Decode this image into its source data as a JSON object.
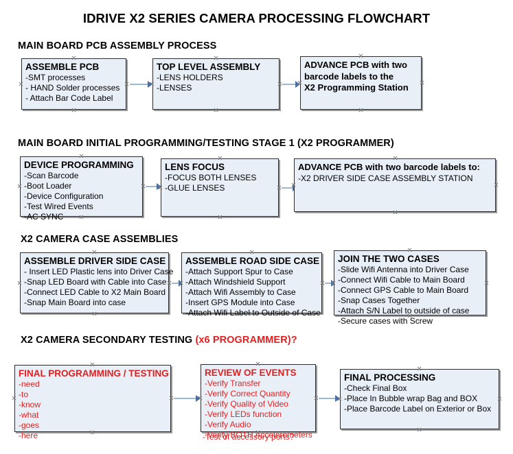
{
  "title": "IDRIVE X2  SERIES CAMERA PROCESSING FLOWCHART",
  "colors": {
    "box_fill": "#e9eff7",
    "box_border": "#2b2b2b",
    "box_shadow": "#9a9a9a",
    "arrow_line": "#9fb8d0",
    "arrow_head": "#4a6fa5",
    "red_text": "#e02020",
    "black_text": "#000000"
  },
  "sections": [
    {
      "id": "main-board-pcb-assembly",
      "title": "MAIN BOARD PCB ASSEMBLY PROCESS",
      "title_suffix": "",
      "boxes": [
        {
          "id": "assemble-pcb",
          "head": "ASSEMBLE PCB",
          "items": [
            "-SMT processes",
            "- HAND Solder processes",
            "- Attach Bar Code Label"
          ]
        },
        {
          "id": "top-level-assembly",
          "head": "TOP LEVEL ASSEMBLY",
          "items": [
            "-LENS HOLDERS",
            "-LENSES"
          ]
        },
        {
          "id": "advance-pcb-programming-station",
          "head": "ADVANCE PCB with two",
          "items": [
            "barcode labels to the",
            " X2 Programming Station"
          ]
        }
      ]
    },
    {
      "id": "main-board-initial-programming",
      "title": "MAIN BOARD INITIAL PROGRAMMING/TESTING STAGE 1 (X2 PROGRAMMER)",
      "title_suffix": "",
      "boxes": [
        {
          "id": "device-programming",
          "head": "DEVICE PROGRAMMING",
          "items": [
            "-Scan Barcode",
            "-Boot Loader",
            "-Device Configuration",
            "-Test Wired Events",
            "-AC SYNC"
          ]
        },
        {
          "id": "lens-focus",
          "head": "LENS FOCUS",
          "items": [
            "-FOCUS BOTH LENSES",
            "-GLUE LENSES"
          ]
        },
        {
          "id": "advance-pcb-driver-side-station",
          "head": "ADVANCE PCB with two barcode labels to:",
          "items": [
            "-X2 DRIVER  SIDE  CASE  ASSEMBLY STATION"
          ]
        }
      ]
    },
    {
      "id": "x2-camera-case-assemblies",
      "title": "X2 CAMERA CASE ASSEMBLIES",
      "title_suffix": "",
      "boxes": [
        {
          "id": "assemble-driver-side-case",
          "head": "ASSEMBLE DRIVER SIDE CASE",
          "items": [
            "- Insert LED Plastic lens into Driver Case",
            "-Snap LED Board with Cable into Case",
            "-Connect LED Cable to X2 Main Board",
            "-Snap Main Board into case"
          ]
        },
        {
          "id": "assemble-road-side-case",
          "head": "ASSEMBLE ROAD SIDE CASE",
          "items": [
            "-Attach Support Spur to Case",
            "-Attach Windshield Support",
            "-Attach Wifi Assembly to Case",
            "-Insert GPS Module into Case",
            "-Attach Wifi Label to Outside of Case"
          ]
        },
        {
          "id": "join-the-two-cases",
          "head": "JOIN THE TWO CASES",
          "items": [
            "-Slide Wifi Antenna into Driver Case",
            "-Connect Wifi Cable to Main Board",
            "-Connect GPS Cable to Main Board",
            "-Snap Cases Together",
            "-Attach S/N Label to outside of case",
            "-Secure cases with Screw"
          ]
        }
      ]
    },
    {
      "id": "x2-camera-secondary-testing",
      "title": "X2 CAMERA SECONDARY TESTING ",
      "title_suffix": "(x6 PROGRAMMER)?",
      "boxes": [
        {
          "id": "final-programming-testing",
          "head": "FINAL PROGRAMMING / TESTING",
          "items": [
            "-need",
            "-to",
            "-know",
            "-what",
            "-goes",
            "-here"
          ]
        },
        {
          "id": "review-of-events",
          "head": "REVIEW OF EVENTS",
          "items": [
            "-Verify Transfer",
            "-Verify Correct Quantity",
            "-Verify Quality of Video",
            "-Verify LEDs function",
            "-Verify Audio",
            "-Verify BOTH Accelerometers"
          ],
          "overflow": "-Test of accessory ports?"
        },
        {
          "id": "final-processing",
          "head": "FINAL PROCESSING",
          "items": [
            "-Check Final Box",
            "-Place In Bubble wrap Bag and BOX",
            "-Place Barcode Label on Exterior or Box"
          ]
        }
      ]
    }
  ]
}
